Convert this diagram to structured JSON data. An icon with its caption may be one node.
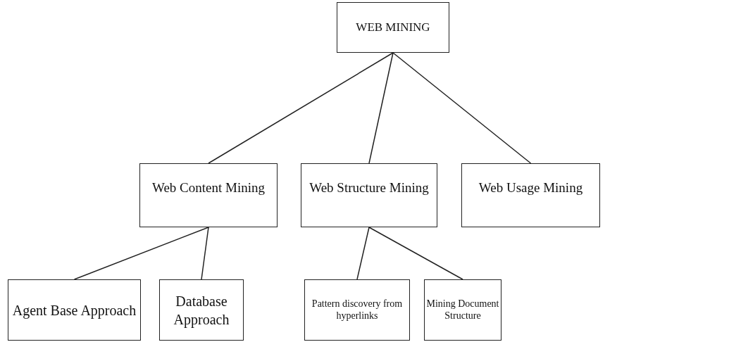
{
  "diagram": {
    "nodes": [
      {
        "text": [
          "WEB MINING"
        ]
      },
      {
        "text": [
          "Web Content Mining"
        ]
      },
      {
        "text": [
          "Web Structure Mining"
        ]
      },
      {
        "text": [
          "Web Usage Mining"
        ]
      },
      {
        "text": [
          "Agent Base Approach"
        ]
      },
      {
        "text": [
          "Database Approach"
        ]
      },
      {
        "text": [
          "Pattern discovery from hyperlinks"
        ]
      },
      {
        "text": [
          "Mining Document Structure"
        ]
      }
    ],
    "edges": [
      {
        "from": 0,
        "to": 1,
        "arrow": "none"
      },
      {
        "from": 0,
        "to": 2,
        "arrow": "none"
      },
      {
        "from": 0,
        "to": 3,
        "arrow": "none"
      },
      {
        "from": 1,
        "to": 4,
        "arrow": "none"
      },
      {
        "from": 1,
        "to": 5,
        "arrow": "none"
      },
      {
        "from": 2,
        "to": 6,
        "arrow": "none"
      },
      {
        "from": 2,
        "to": 7,
        "arrow": "none"
      }
    ]
  }
}
